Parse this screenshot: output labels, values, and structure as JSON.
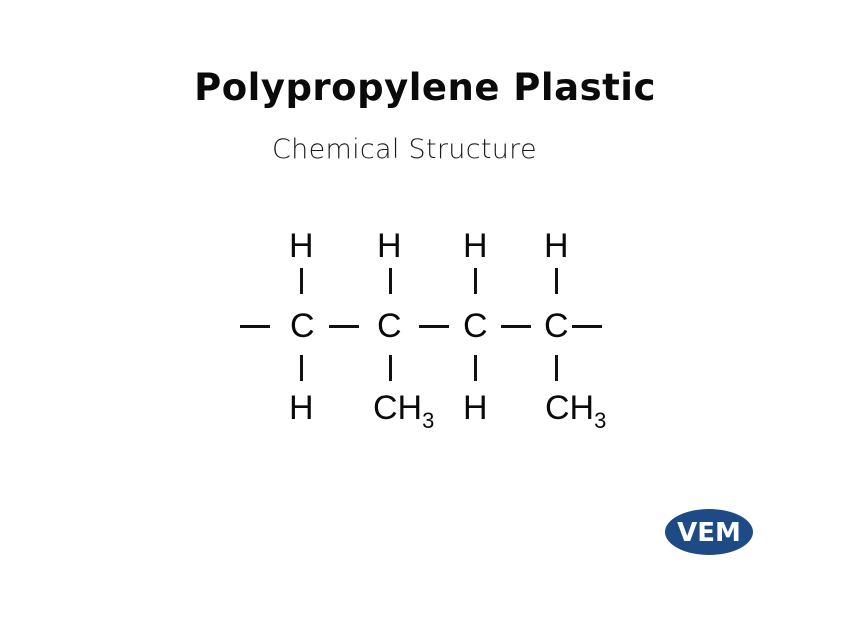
{
  "header": {
    "title": "Polypropylene Plastic",
    "subtitle": "Chemical Structure"
  },
  "structure": {
    "top_atoms": [
      "H",
      "H",
      "H",
      "H"
    ],
    "backbone_atoms": [
      "C",
      "C",
      "C",
      "C"
    ],
    "bottom_atoms": [
      {
        "base": "H",
        "sub": ""
      },
      {
        "base": "CH",
        "sub": "3"
      },
      {
        "base": "H",
        "sub": ""
      },
      {
        "base": "CH",
        "sub": "3"
      }
    ]
  },
  "logo": {
    "text": "VEM",
    "color": "#1e4a86"
  }
}
